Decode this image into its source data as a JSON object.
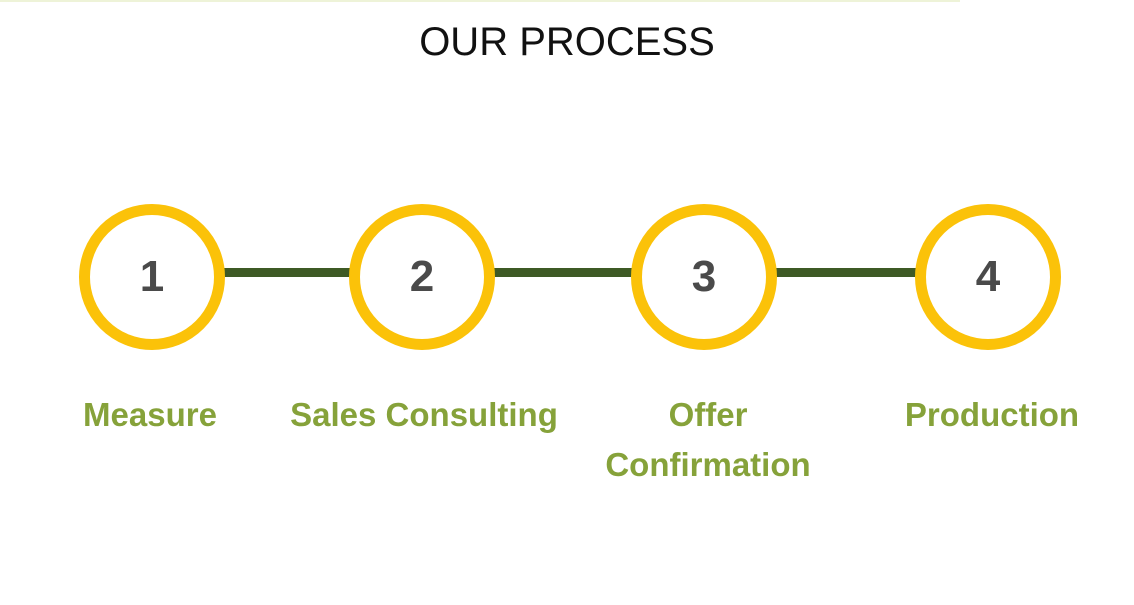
{
  "title": "OUR PROCESS",
  "colors": {
    "circle_ring": "#fbc209",
    "connector": "#3e5a25",
    "number": "#4a4a4a",
    "label": "#86a23a",
    "title": "#111111"
  },
  "steps": [
    {
      "number": "1",
      "label": "Measure"
    },
    {
      "number": "2",
      "label": "Sales Consulting"
    },
    {
      "number": "3",
      "label_line1": "Offer",
      "label_line2": "Confirmation"
    },
    {
      "number": "4",
      "label": "Production"
    }
  ]
}
